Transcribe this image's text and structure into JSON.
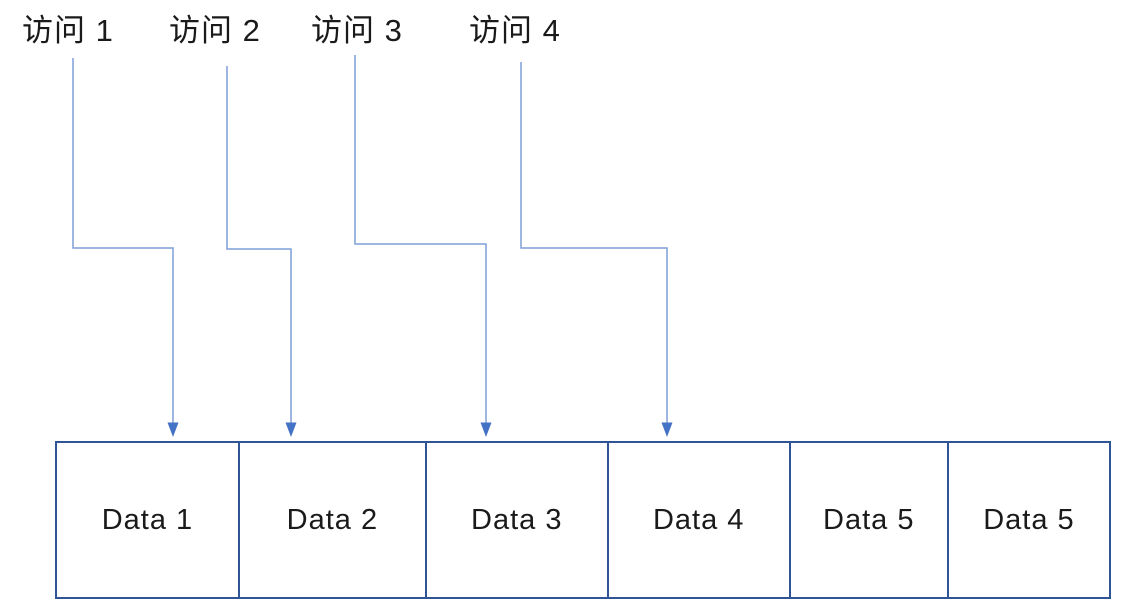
{
  "diagram": {
    "access_labels": [
      {
        "text": "访问 1"
      },
      {
        "text": "访问 2"
      },
      {
        "text": "访问 3"
      },
      {
        "text": "访问 4"
      }
    ],
    "data_cells": [
      {
        "label": "Data 1"
      },
      {
        "label": "Data 2"
      },
      {
        "label": "Data 3"
      },
      {
        "label": "Data 4"
      },
      {
        "label": "Data 5"
      },
      {
        "label": "Data 5"
      }
    ],
    "connectors": [
      {
        "from": "访问 1",
        "to": "Data 1"
      },
      {
        "from": "访问 2",
        "to": "Data 2"
      },
      {
        "from": "访问 3",
        "to": "Data 3"
      },
      {
        "from": "访问 4",
        "to": "Data 4"
      }
    ]
  },
  "colors": {
    "connector_line": "#7f9fd8",
    "arrowhead": "#4472c4",
    "box_border": "#2f5597",
    "text": "#1a1a1a",
    "background": "#ffffff"
  }
}
